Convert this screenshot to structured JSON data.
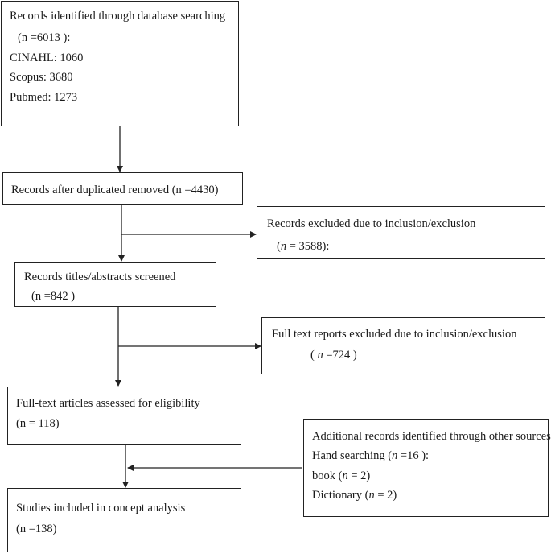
{
  "flow": {
    "identification": {
      "line1": "Records identified through database searching",
      "line2": "(n =6013 ):",
      "line3": "CINAHL: 1060",
      "line4": "Scopus: 3680",
      "line5": "Pubmed: 1273"
    },
    "duplicates": {
      "line1": "Records after duplicated removed (n =4430)"
    },
    "excluded_records": {
      "line1": "Records excluded due to inclusion/exclusion",
      "n_prefix": "(",
      "n_symbol": "n",
      "n_suffix": " = 3588):"
    },
    "screened": {
      "line1": "Records titles/abstracts screened",
      "line2": "(n =842 )"
    },
    "excluded_fulltext": {
      "line1": "Full text reports excluded due to inclusion/exclusion",
      "n_prefix": "( ",
      "n_symbol": "n",
      "n_suffix": " =724 )"
    },
    "eligibility": {
      "line1": "Full-text articles assessed for eligibility",
      "line2": "(n = 118)"
    },
    "additional": {
      "line1": "Additional records identified through other sources",
      "hand_prefix": "Hand searching (",
      "hand_symbol": "n",
      "hand_suffix": " =16 ):",
      "book_prefix": "book (",
      "book_symbol": "n",
      "book_suffix": " = 2)",
      "dict_prefix": "Dictionary (",
      "dict_symbol": "n",
      "dict_suffix": " = 2)"
    },
    "included": {
      "line1": "Studies included in concept analysis",
      "line2": "(n =138)"
    }
  }
}
